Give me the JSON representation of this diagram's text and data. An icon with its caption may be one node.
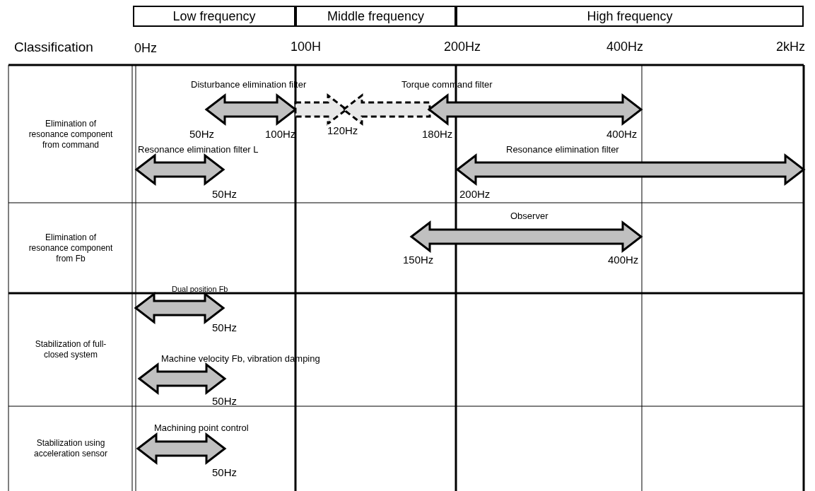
{
  "diagram": {
    "nodes": [
      {
        "text": [
          "Low frequency"
        ]
      },
      {
        "text": [
          "Middle frequency"
        ]
      },
      {
        "text": [
          "High frequency"
        ]
      },
      {
        "text": [
          "Elimination of resonance component from command"
        ]
      },
      {
        "text": [
          "Disturbance elimination filter"
        ],
        "beside": [
          "50Hz",
          "100Hz"
        ]
      },
      {
        "text": [],
        "shape": "arrow"
      },
      {
        "text": [],
        "shape": "arrow"
      },
      {
        "text": [
          "Torque command filter"
        ],
        "beside": [
          "180Hz",
          "400Hz"
        ]
      },
      {
        "text": [
          "Resonance elimination filter L"
        ],
        "beside": [
          "50Hz"
        ]
      },
      {
        "text": [
          "Resonance elimination filter"
        ],
        "beside": [
          "200Hz"
        ]
      },
      {
        "text": [
          "Elimination of resonance component from Fb"
        ]
      },
      {
        "text": [
          "Observer"
        ],
        "beside": [
          "150Hz",
          "400Hz"
        ]
      },
      {
        "text": [
          "Stabilization of full-closed system"
        ]
      },
      {
        "text": [
          "Dual position Fb"
        ],
        "beside": [
          "50Hz"
        ]
      },
      {
        "text": [
          "Machine velocity Fb, vibration damping"
        ],
        "beside": [
          "50Hz"
        ]
      },
      {
        "text": [
          "Stabilization using acceleration sensor"
        ]
      },
      {
        "text": [
          "Machining point control"
        ],
        "beside": [
          "50Hz"
        ]
      }
    ],
    "edges": [],
    "labels": [
      "Classification",
      "0Hz",
      "100H",
      "200Hz",
      "400Hz",
      "2kHz",
      "120Hz"
    ]
  }
}
